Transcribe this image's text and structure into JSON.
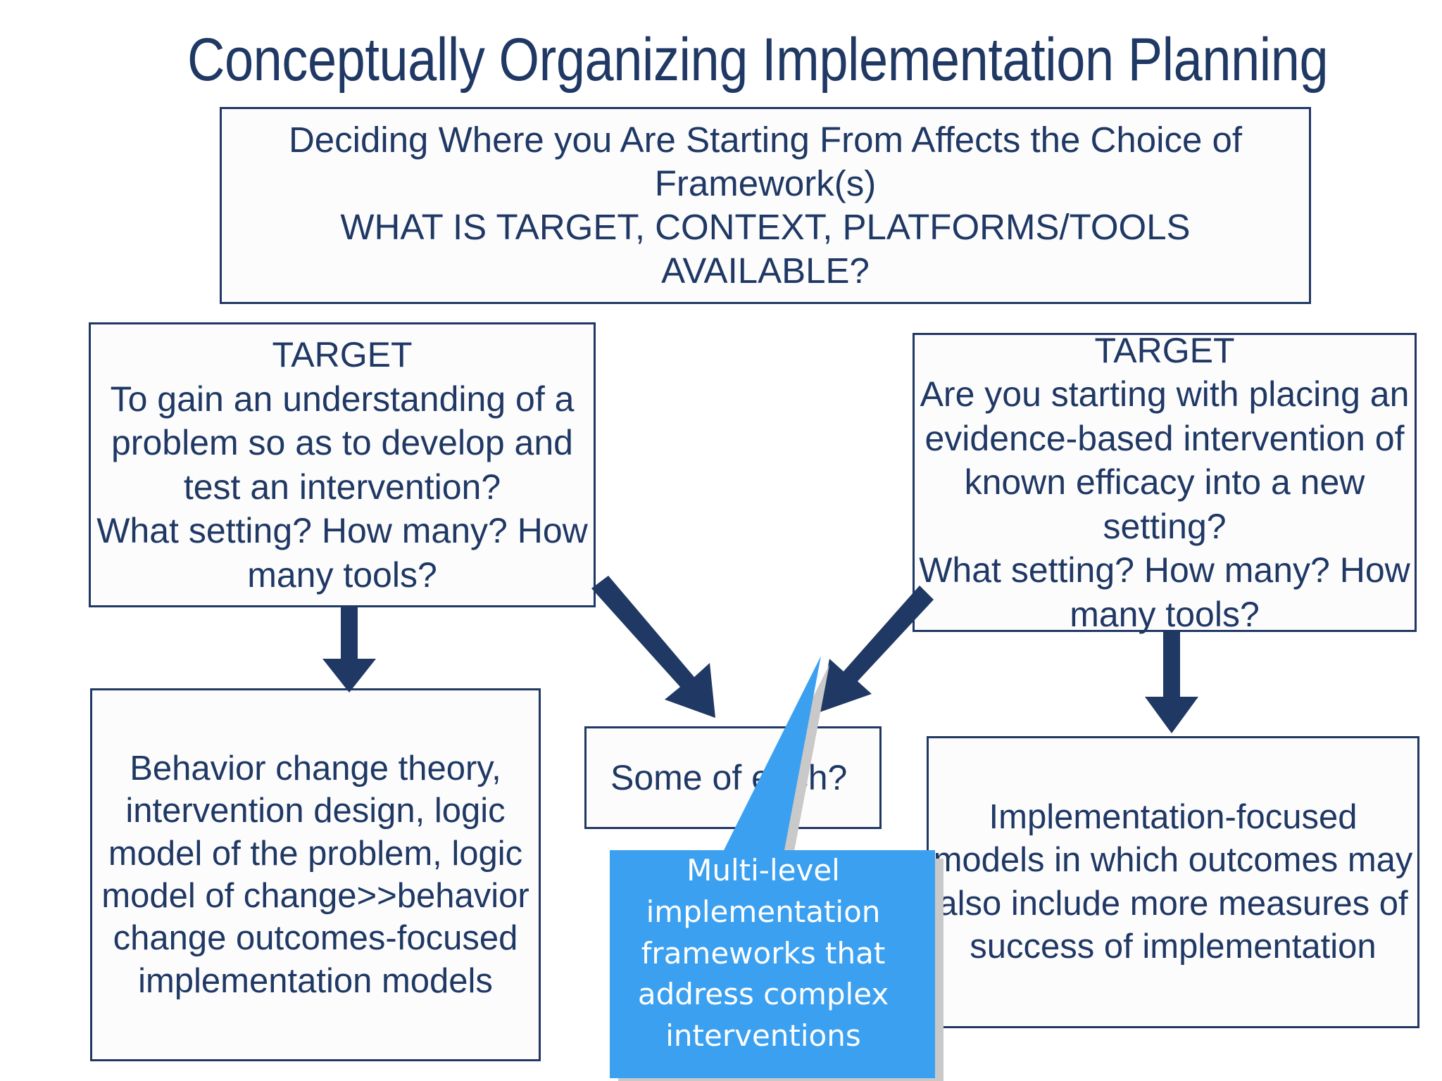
{
  "slide": {
    "title": "Conceptually Organizing Implementation Planning",
    "colors": {
      "navy": "#1F3864",
      "border_navy": "#203864",
      "callout_blue": "#3CA0F0",
      "callout_shadow": "#C9C9C9",
      "box_fill": "#FCFCFD",
      "background": "#FFFFFF",
      "callout_text": "#FFFFFF"
    }
  },
  "boxes": {
    "header": {
      "text": "Deciding Where you Are Starting From Affects the Choice of Framework(s)\nWHAT IS TARGET, CONTEXT, PLATFORMS/TOOLS AVAILABLE?"
    },
    "target_left": {
      "text": "TARGET\nTo gain an understanding of a problem so as to develop and test an intervention?\nWhat setting? How many? How many tools?"
    },
    "target_right": {
      "text": "TARGET\nAre you starting with placing an evidence-based intervention of known efficacy into a new setting?\nWhat setting? How many? How many tools?"
    },
    "behavior_models": {
      "text": "Behavior change theory, intervention design, logic model of the problem, logic model of change>>behavior change outcomes-focused implementation models"
    },
    "some_of_each": {
      "text": "Some of each?"
    },
    "implementation_focused": {
      "text": "Implementation-focused models in which outcomes may also include more measures of success of implementation"
    }
  },
  "callout": {
    "text": "Multi-level implementation frameworks that address complex interventions"
  },
  "arrows": [
    {
      "name": "left-target-to-behavior-models",
      "direction": "down"
    },
    {
      "name": "left-target-to-some-of-each",
      "direction": "down-right"
    },
    {
      "name": "right-target-to-some-of-each",
      "direction": "down-left"
    },
    {
      "name": "right-target-to-implementation-focused",
      "direction": "down"
    }
  ]
}
